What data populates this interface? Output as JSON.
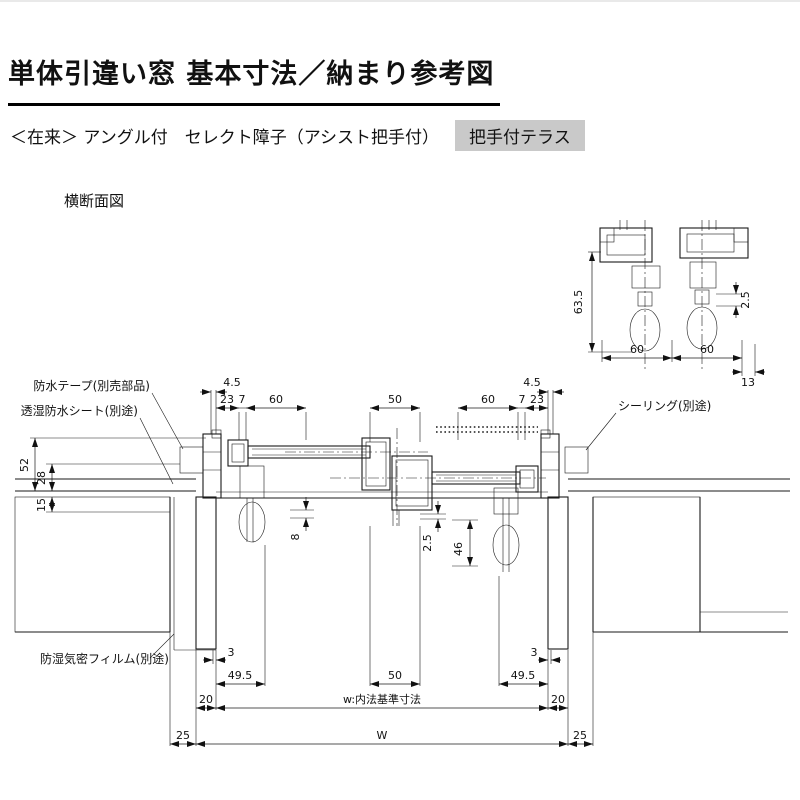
{
  "page": {
    "title": "単体引違い窓 基本寸法／納まり参考図",
    "subtitle": "＜在来＞ アングル付　セレクト障子（アシスト把手付）",
    "badge": "把手付テラス",
    "badge_bg": "#c9c9c9",
    "section_label": "横断面図"
  },
  "callouts": {
    "waterproof_tape": "防水テープ(別売部品)",
    "moisture_sheet": "透湿防水シート(別途)",
    "sealing": "シーリング(別途)",
    "moisture_film": "防湿気密フィルム(別途)"
  },
  "dims": {
    "detail_63_5": "63.5",
    "detail_2_5": "2.5",
    "detail_60_left": "60",
    "detail_60_right": "60",
    "detail_13": "13",
    "top_4_5_left": "4.5",
    "top_23_left": "23",
    "top_7_left": "7",
    "top_60_left": "60",
    "top_50": "50",
    "top_60_right": "60",
    "top_7_right": "7",
    "top_23_right": "23",
    "top_4_5_right": "4.5",
    "left_52": "52",
    "left_28": "28",
    "left_15": "15",
    "mid_8": "8",
    "mid_2_5": "2.5",
    "mid_46": "46",
    "bottom_3_left": "3",
    "bottom_49_5_left": "49.5",
    "bottom_50": "50",
    "bottom_49_5_right": "49.5",
    "bottom_3_right": "3",
    "bottom_20_left": "20",
    "bottom_20_right": "20",
    "w_inner_label": "w:内法基準寸法",
    "bottom_25_left": "25",
    "bottom_25_right": "25",
    "w_label": "W"
  }
}
